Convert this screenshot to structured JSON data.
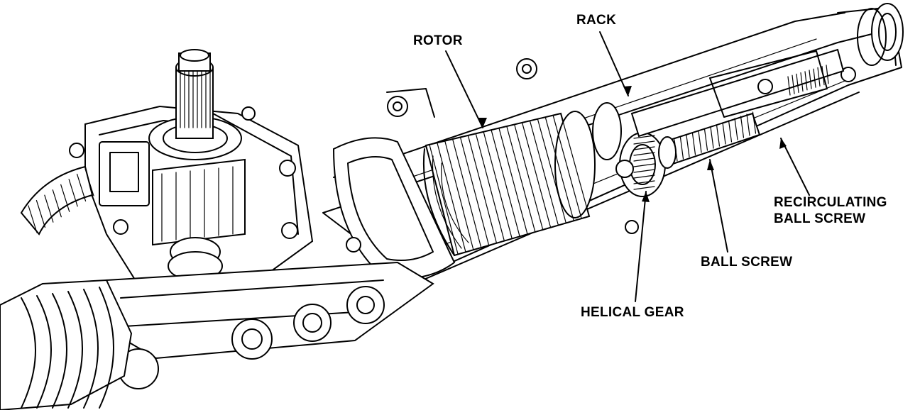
{
  "labels": {
    "rotor": "ROTOR",
    "rack": "RACK",
    "recirculating_line1": "RECIRCULATING",
    "recirculating_line2": "BALL SCREW",
    "ball_screw": "BALL SCREW",
    "helical_gear": "HELICAL GEAR"
  },
  "colors": {
    "ink": "#000000",
    "paper": "#ffffff"
  }
}
